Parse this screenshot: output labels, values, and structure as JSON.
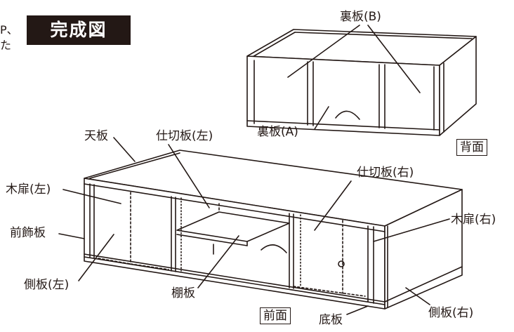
{
  "header": {
    "title": "完成図",
    "left_fragment_1": "P、",
    "left_fragment_2": "た"
  },
  "back_view": {
    "view_label": "背面",
    "labels": {
      "back_panel_b": "裏板(B)",
      "back_panel_a": "裏板(A)"
    }
  },
  "front_view": {
    "view_label": "前面",
    "labels": {
      "top_panel": "天板",
      "partition_left": "仕切板(左)",
      "partition_right": "仕切板(右)",
      "wood_door_left": "木扉(左)",
      "wood_door_right": "木扉(右)",
      "front_trim": "前飾板",
      "side_panel_left": "側板(左)",
      "side_panel_right": "側板(右)",
      "shelf": "棚板",
      "bottom_panel": "底板"
    }
  },
  "colors": {
    "line": "#231815",
    "badge_bg": "#231815",
    "badge_text": "#ffffff",
    "panel_fill": "#ffffff"
  }
}
